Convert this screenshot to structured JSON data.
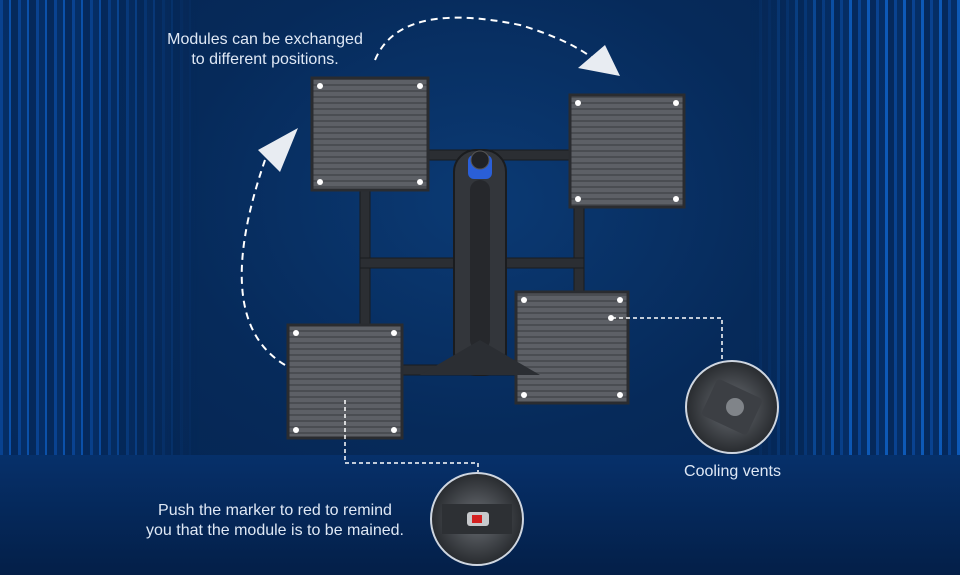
{
  "captions": {
    "exchange": "Modules can be exchanged to different positions.",
    "exchange_line1": "Modules can be exchanged",
    "exchange_line2": "to different positions.",
    "marker_line1": "Push the marker to red to remind",
    "marker_line2": "you that the module is to be mained.",
    "cooling": "Cooling vents"
  },
  "colors": {
    "accent_blue": "#2a5fd8",
    "marker_red": "#d42020",
    "module_grey": "#5b5e63"
  }
}
